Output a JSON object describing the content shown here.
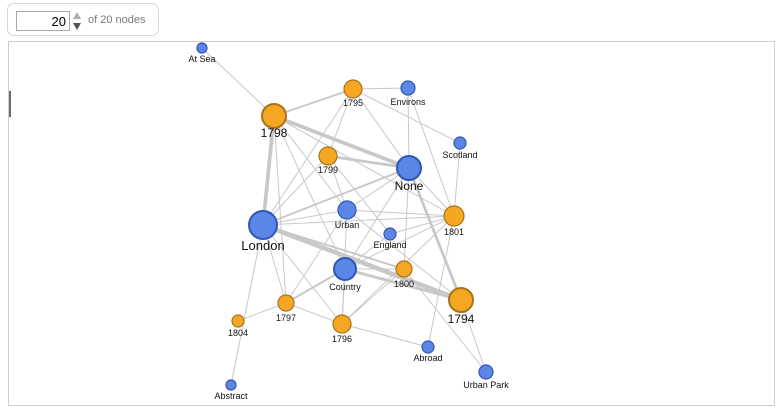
{
  "controls": {
    "node_count": "20",
    "of_label": "of 20 nodes"
  },
  "colors": {
    "person": "#5b86e5",
    "person_stroke": "#2e56b8",
    "year": "#f5a623",
    "year_stroke": "#a8721a",
    "edge": "#c8c8c8"
  },
  "graph": {
    "nodes": [
      {
        "id": "at_sea",
        "label": "At Sea",
        "group": "place"
      },
      {
        "id": "1795",
        "label": "1795",
        "group": "year"
      },
      {
        "id": "environs",
        "label": "Environs",
        "group": "place"
      },
      {
        "id": "1798",
        "label": "1798",
        "group": "year"
      },
      {
        "id": "scotland",
        "label": "Scotland",
        "group": "place"
      },
      {
        "id": "1799",
        "label": "1799",
        "group": "year"
      },
      {
        "id": "none",
        "label": "None",
        "group": "place"
      },
      {
        "id": "urban",
        "label": "Urban",
        "group": "place"
      },
      {
        "id": "1801",
        "label": "1801",
        "group": "year"
      },
      {
        "id": "london",
        "label": "London",
        "group": "place"
      },
      {
        "id": "england",
        "label": "England",
        "group": "place"
      },
      {
        "id": "country",
        "label": "Country",
        "group": "place"
      },
      {
        "id": "1800",
        "label": "1800",
        "group": "year"
      },
      {
        "id": "1794",
        "label": "1794",
        "group": "year"
      },
      {
        "id": "1797",
        "label": "1797",
        "group": "year"
      },
      {
        "id": "1804",
        "label": "1804",
        "group": "year"
      },
      {
        "id": "1796",
        "label": "1796",
        "group": "year"
      },
      {
        "id": "abroad",
        "label": "Abroad",
        "group": "place"
      },
      {
        "id": "urban_park",
        "label": "Urban Park",
        "group": "place"
      },
      {
        "id": "abstract",
        "label": "Abstract",
        "group": "place"
      }
    ],
    "edges": [
      {
        "source": "at_sea",
        "target": "1798",
        "weight": 1
      },
      {
        "source": "1798",
        "target": "london",
        "weight": 4
      },
      {
        "source": "1798",
        "target": "none",
        "weight": 4
      },
      {
        "source": "1798",
        "target": "1795",
        "weight": 2
      },
      {
        "source": "1798",
        "target": "urban",
        "weight": 1
      },
      {
        "source": "1798",
        "target": "country",
        "weight": 1
      },
      {
        "source": "1798",
        "target": "1797",
        "weight": 1
      },
      {
        "source": "1798",
        "target": "1801",
        "weight": 1
      },
      {
        "source": "1795",
        "target": "environs",
        "weight": 1
      },
      {
        "source": "1795",
        "target": "none",
        "weight": 1
      },
      {
        "source": "1795",
        "target": "1799",
        "weight": 1
      },
      {
        "source": "1795",
        "target": "scotland",
        "weight": 1
      },
      {
        "source": "1795",
        "target": "london",
        "weight": 1
      },
      {
        "source": "environs",
        "target": "none",
        "weight": 1
      },
      {
        "source": "environs",
        "target": "1801",
        "weight": 1
      },
      {
        "source": "none",
        "target": "1799",
        "weight": 3
      },
      {
        "source": "none",
        "target": "london",
        "weight": 2
      },
      {
        "source": "none",
        "target": "1801",
        "weight": 1
      },
      {
        "source": "none",
        "target": "1794",
        "weight": 3
      },
      {
        "source": "none",
        "target": "country",
        "weight": 1
      },
      {
        "source": "none",
        "target": "1800",
        "weight": 1
      },
      {
        "source": "none",
        "target": "urban",
        "weight": 1
      },
      {
        "source": "scotland",
        "target": "1801",
        "weight": 1
      },
      {
        "source": "1799",
        "target": "london",
        "weight": 1
      },
      {
        "source": "1799",
        "target": "urban",
        "weight": 1
      },
      {
        "source": "1799",
        "target": "england",
        "weight": 1
      },
      {
        "source": "london",
        "target": "1794",
        "weight": 5
      },
      {
        "source": "london",
        "target": "1800",
        "weight": 2
      },
      {
        "source": "london",
        "target": "urban",
        "weight": 1
      },
      {
        "source": "london",
        "target": "1801",
        "weight": 1
      },
      {
        "source": "london",
        "target": "1797",
        "weight": 1
      },
      {
        "source": "london",
        "target": "1796",
        "weight": 1
      },
      {
        "source": "london",
        "target": "abstract",
        "weight": 1
      },
      {
        "source": "urban",
        "target": "1794",
        "weight": 1
      },
      {
        "source": "urban",
        "target": "1797",
        "weight": 1
      },
      {
        "source": "urban",
        "target": "1796",
        "weight": 1
      },
      {
        "source": "urban",
        "target": "1801",
        "weight": 1
      },
      {
        "source": "england",
        "target": "1801",
        "weight": 1
      },
      {
        "source": "england",
        "target": "country",
        "weight": 1
      },
      {
        "source": "1801",
        "target": "country",
        "weight": 1
      },
      {
        "source": "1801",
        "target": "abroad",
        "weight": 1
      },
      {
        "source": "1801",
        "target": "1796",
        "weight": 1
      },
      {
        "source": "country",
        "target": "1794",
        "weight": 3
      },
      {
        "source": "country",
        "target": "1797",
        "weight": 2
      },
      {
        "source": "country",
        "target": "1796",
        "weight": 1
      },
      {
        "source": "country",
        "target": "1800",
        "weight": 1
      },
      {
        "source": "1800",
        "target": "1796",
        "weight": 1
      },
      {
        "source": "1800",
        "target": "urban_park",
        "weight": 1
      },
      {
        "source": "1794",
        "target": "urban_park",
        "weight": 1
      },
      {
        "source": "1797",
        "target": "1804",
        "weight": 1
      },
      {
        "source": "1796",
        "target": "abroad",
        "weight": 1
      },
      {
        "source": "1796",
        "target": "1797",
        "weight": 1
      }
    ]
  }
}
